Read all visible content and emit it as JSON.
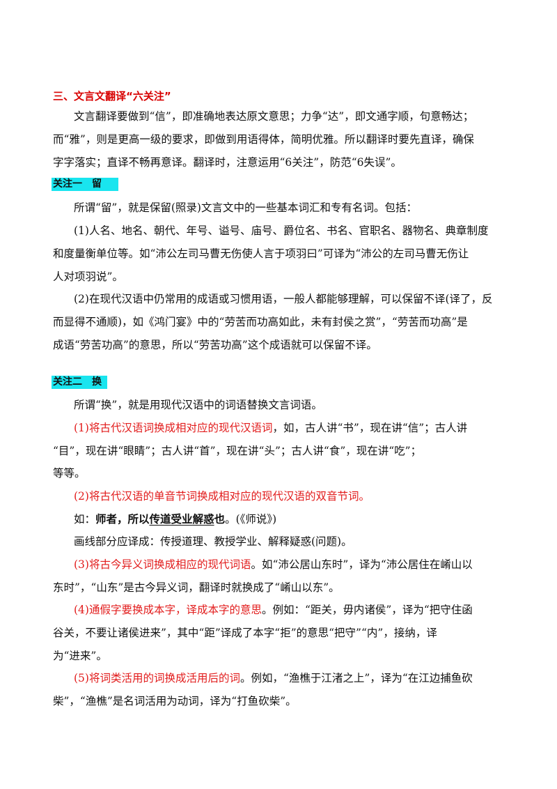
{
  "section_title": "三、文言文翻译“六关注”",
  "intro": {
    "l1": "文言翻译要做到“信”，即准确地表达原文意思；力争“达”，即文通字顺，句意畅达；",
    "l2": "而“雅”，则是更高一级的要求，即做到用语得体，简明优雅。所以翻译时要先直译，确保",
    "l3": "字字落实；直译不畅再意译。翻译时，注意运用“6关注”，防范“6失误”。"
  },
  "focus1": {
    "heading": "关注一　留",
    "def": "所谓“留”，就是保留(照录)文言文中的一些基本词汇和专有名词。包括：",
    "p1_l1": "(1)人名、地名、朝代、年号、谥号、庙号、爵位名、书名、官职名、器物名、典章制度",
    "p1_l2": "和度量衡单位等。如“沛公左司马曹无伤使人言于项羽曰”可译为“沛公的左司马曹无伤让",
    "p1_l3": "人对项羽说”。",
    "p2_l1": "(2)在现代汉语中仍常用的成语或习惯用语，一般人都能够理解，可以保留不译(译了，反",
    "p2_l2": "而显得不通顺)，如《鸿门宴》中的“劳苦而功高如此，未有封侯之赏”，“劳苦而功高”是",
    "p2_l3": "成语“劳苦功高”的意思，所以“劳苦功高”这个成语就可以保留不译。"
  },
  "focus2": {
    "heading": "关注二　换",
    "def": "所谓“换”，就是用现代汉语中的词语替换文言词语。",
    "i1_red": "(1)将古代汉语词换成相对应的现代汉语词",
    "i1_rest": "，如，古人讲“书”，现在讲“信”；古人讲",
    "i1_l2": "“目”，现在讲“眼睛”；古人讲“首”，现在讲“头”；古人讲“食”，现在讲“吃”；",
    "i1_l3": "等等。",
    "i2_red": "(2)将古代汉语的单音节词换成相对应的现代汉语的双音节词。",
    "ex_prefix": "如：",
    "ex_a": "师者，所以",
    "ex_u1": "传道",
    "ex_u2": "受业",
    "ex_u3": "解惑",
    "ex_b": "也",
    "ex_src": "。(《师说》)",
    "trans": "画线部分应译成：传授道理、教授学业、解释疑惑(问题)。",
    "i3_red": "(3)将古今异义词换成相应的现代词语",
    "i3_rest": "。如“沛公居山东时”，译为“沛公居住在崤山以",
    "i3_l2": "东时”，“山东”是古今异义词，翻译时就换成了“崤山以东”。",
    "i4_red": "(4)通假字要换成本字，译成本字的意思",
    "i4_rest": "。例如：“距关，毋内诸侯”，译为“把守住函",
    "i4_l2": "谷关，不要让诸侯进来”，其中“距”译成了本字“拒”的意思“把守”“内”，接纳，译",
    "i4_l3": "为“进来”。",
    "i5_red": "(5)将词类活用的词换成活用后的词",
    "i5_rest": "。例如，“渔樵于江渚之上”，译为“在江边捕鱼砍",
    "i5_l2": "柴”，“渔樵”是名词活用为动词，译为“打鱼砍柴”。"
  }
}
